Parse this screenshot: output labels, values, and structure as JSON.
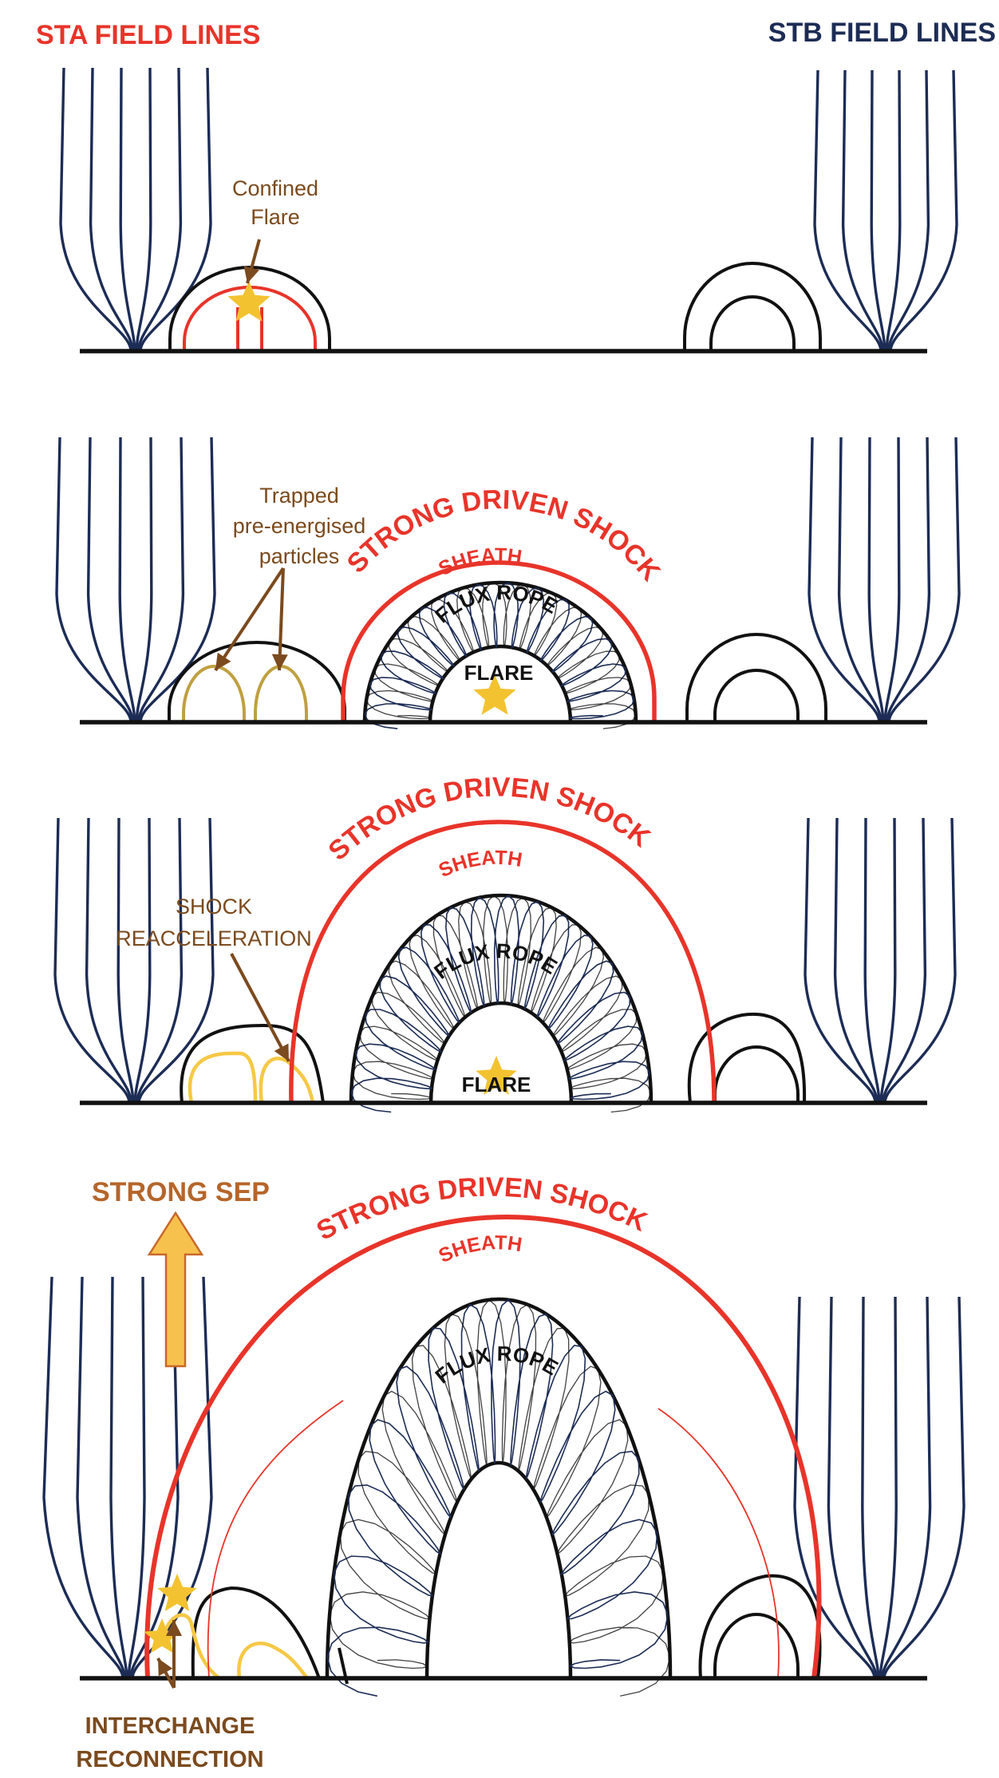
{
  "colors": {
    "navy": "#1c2c55",
    "red": "#e8342a",
    "black": "#111111",
    "brown": "#7b4a1e",
    "gold": "#f2c230",
    "olive": "#bfa040",
    "yellow": "#f6c845",
    "sep_orange": "#b5652a",
    "arrow_fill": "#f7c14e",
    "arrow_stroke": "#c8682a"
  },
  "titles": {
    "sta": "STA FIELD LINES",
    "stb": "STB FIELD LINES"
  },
  "panel1": {
    "label": "Confined\nFlare"
  },
  "panel2": {
    "trapped": "Trapped\npre-energised\nparticles",
    "shock": "STRONG DRIVEN SHOCK",
    "sheath": "SHEATH",
    "flux_rope": "FLUX ROPE",
    "flare": "FLARE"
  },
  "panel3": {
    "shock": "STRONG DRIVEN SHOCK",
    "sheath": "SHEATH",
    "reaccel": "SHOCK\nREACCELERATION",
    "flux_rope": "FLUX ROPE",
    "flare": "FLARE"
  },
  "panel4": {
    "strong_sep": "STRONG SEP",
    "shock": "STRONG DRIVEN SHOCK",
    "sheath": "SHEATH",
    "flux_rope": "FLUX ROPE",
    "interchange": "INTERCHANGE\nRECONNECTION"
  }
}
